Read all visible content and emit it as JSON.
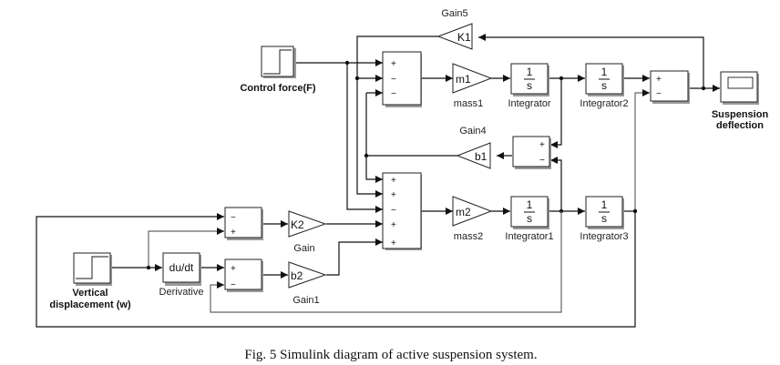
{
  "caption": "Fig. 5 Simulink diagram of active suspension system.",
  "blocks": {
    "control_force": {
      "label": "Control force(F)",
      "type": "step"
    },
    "vertical_disp": {
      "label_line1": "Vertical",
      "label_line2": "displacement (w)",
      "type": "step"
    },
    "scope": {
      "label_line1": "Suspension",
      "label_line2": "deflection",
      "type": "scope"
    },
    "gain5": {
      "label": "Gain5",
      "value": "K1"
    },
    "gain4": {
      "label": "Gain4",
      "value": "b1"
    },
    "gain": {
      "label": "Gain",
      "value": "K2"
    },
    "gain1": {
      "label": "Gain1",
      "value": "b2"
    },
    "mass1": {
      "label": "mass1",
      "value": "m1"
    },
    "mass2": {
      "label": "mass2",
      "value": "m2"
    },
    "integrator": {
      "label": "Integrator",
      "num": "1",
      "den": "s"
    },
    "integrator1": {
      "label": "Integrator1",
      "num": "1",
      "den": "s"
    },
    "integrator2": {
      "label": "Integrator2",
      "num": "1",
      "den": "s"
    },
    "integrator3": {
      "label": "Integrator3",
      "num": "1",
      "den": "s"
    },
    "derivative": {
      "label": "Derivative",
      "value": "du/dt"
    },
    "sum_top": {
      "signs": [
        "+",
        "−",
        "−"
      ]
    },
    "sum_bottom": {
      "signs": [
        "+",
        "+",
        "−",
        "+",
        "+"
      ]
    },
    "sum_gain4": {
      "signs": [
        "+",
        "−"
      ]
    },
    "sum_out": {
      "signs": [
        "+",
        "−"
      ]
    },
    "sum_k2": {
      "signs": [
        "−",
        "+"
      ]
    },
    "sum_b2": {
      "signs": [
        "+",
        "−"
      ]
    }
  }
}
